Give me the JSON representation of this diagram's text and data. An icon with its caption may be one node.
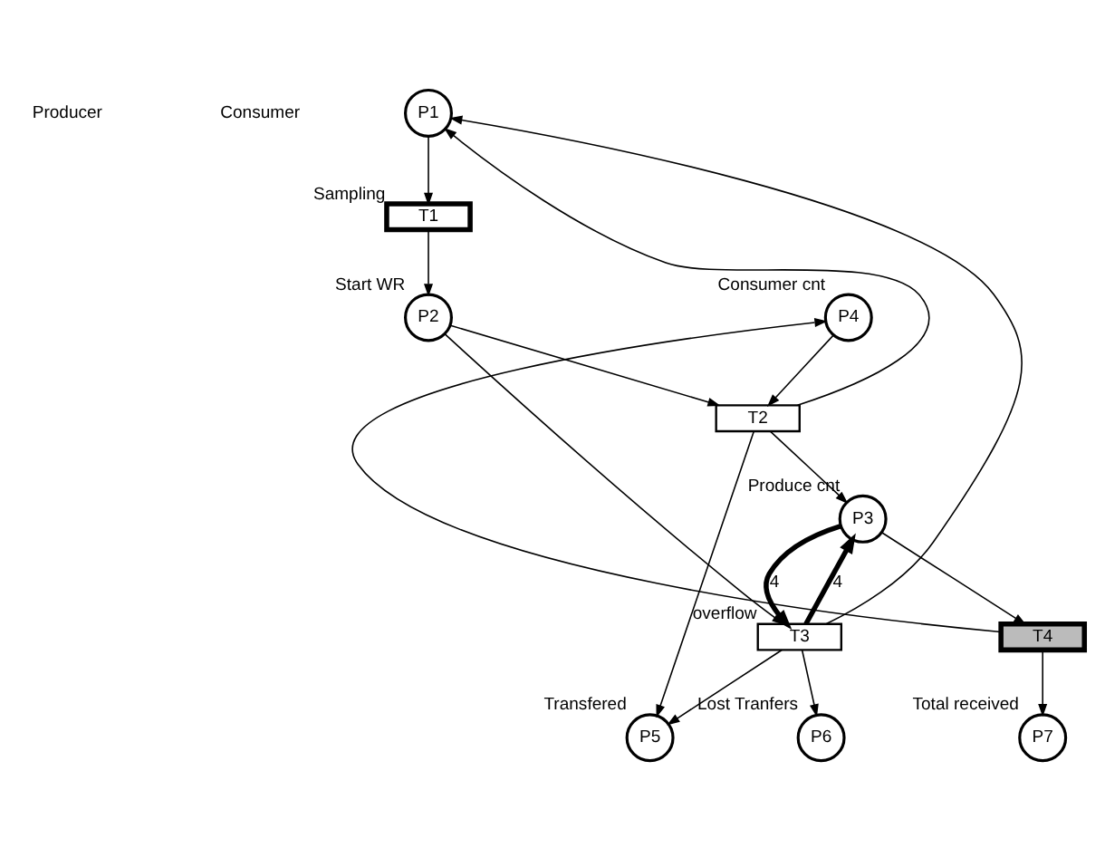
{
  "diagram": {
    "nodes": [
      {
        "text": [
          "P1"
        ]
      },
      {
        "text": [
          "T1"
        ],
        "beside": [
          "Sampling"
        ]
      },
      {
        "text": [
          "P2"
        ],
        "beside": [
          "Start WR"
        ]
      },
      {
        "text": [
          "P4"
        ],
        "beside": [
          "Consumer cnt"
        ]
      },
      {
        "text": [
          "T4"
        ]
      },
      {
        "text": [
          "P3"
        ],
        "beside": [
          "Produce cnt"
        ]
      },
      {
        "text": [
          "T2"
        ]
      },
      {
        "text": [
          "T3"
        ],
        "beside": [
          "overflow"
        ]
      },
      {
        "text": [
          "P7"
        ],
        "beside": [
          "Total received"
        ]
      },
      {
        "text": [
          "P5"
        ],
        "beside": [
          "Transfered"
        ]
      },
      {
        "text": [
          "P6"
        ],
        "beside": [
          "Lost Tranfers"
        ]
      }
    ],
    "edges": [
      {
        "from": 0,
        "to": 1,
        "arrow": "to"
      },
      {
        "from": 1,
        "to": 2,
        "arrow": "to"
      },
      {
        "from": 2,
        "to": 6,
        "arrow": "to"
      },
      {
        "from": 2,
        "to": 7,
        "arrow": "to"
      },
      {
        "from": 3,
        "to": 6,
        "arrow": "to"
      },
      {
        "from": 6,
        "to": 5,
        "arrow": "to"
      },
      {
        "from": 6,
        "to": 0,
        "arrow": "to"
      },
      {
        "from": 7,
        "to": 0,
        "arrow": "to"
      },
      {
        "from": 5,
        "to": 7,
        "arrow": "to",
        "label": "4",
        "style": "thick"
      },
      {
        "from": 7,
        "to": 5,
        "arrow": "to",
        "label": "4",
        "style": "thick"
      },
      {
        "from": 7,
        "to": 9,
        "arrow": "to"
      },
      {
        "from": 6,
        "to": 9,
        "arrow": "to"
      },
      {
        "from": 7,
        "to": 10,
        "arrow": "to"
      },
      {
        "from": 5,
        "to": 4,
        "arrow": "to"
      },
      {
        "from": 4,
        "to": 3,
        "arrow": "to"
      },
      {
        "from": 4,
        "to": 8,
        "arrow": "to"
      }
    ],
    "labels": [
      "Producer",
      "Consumer"
    ]
  }
}
